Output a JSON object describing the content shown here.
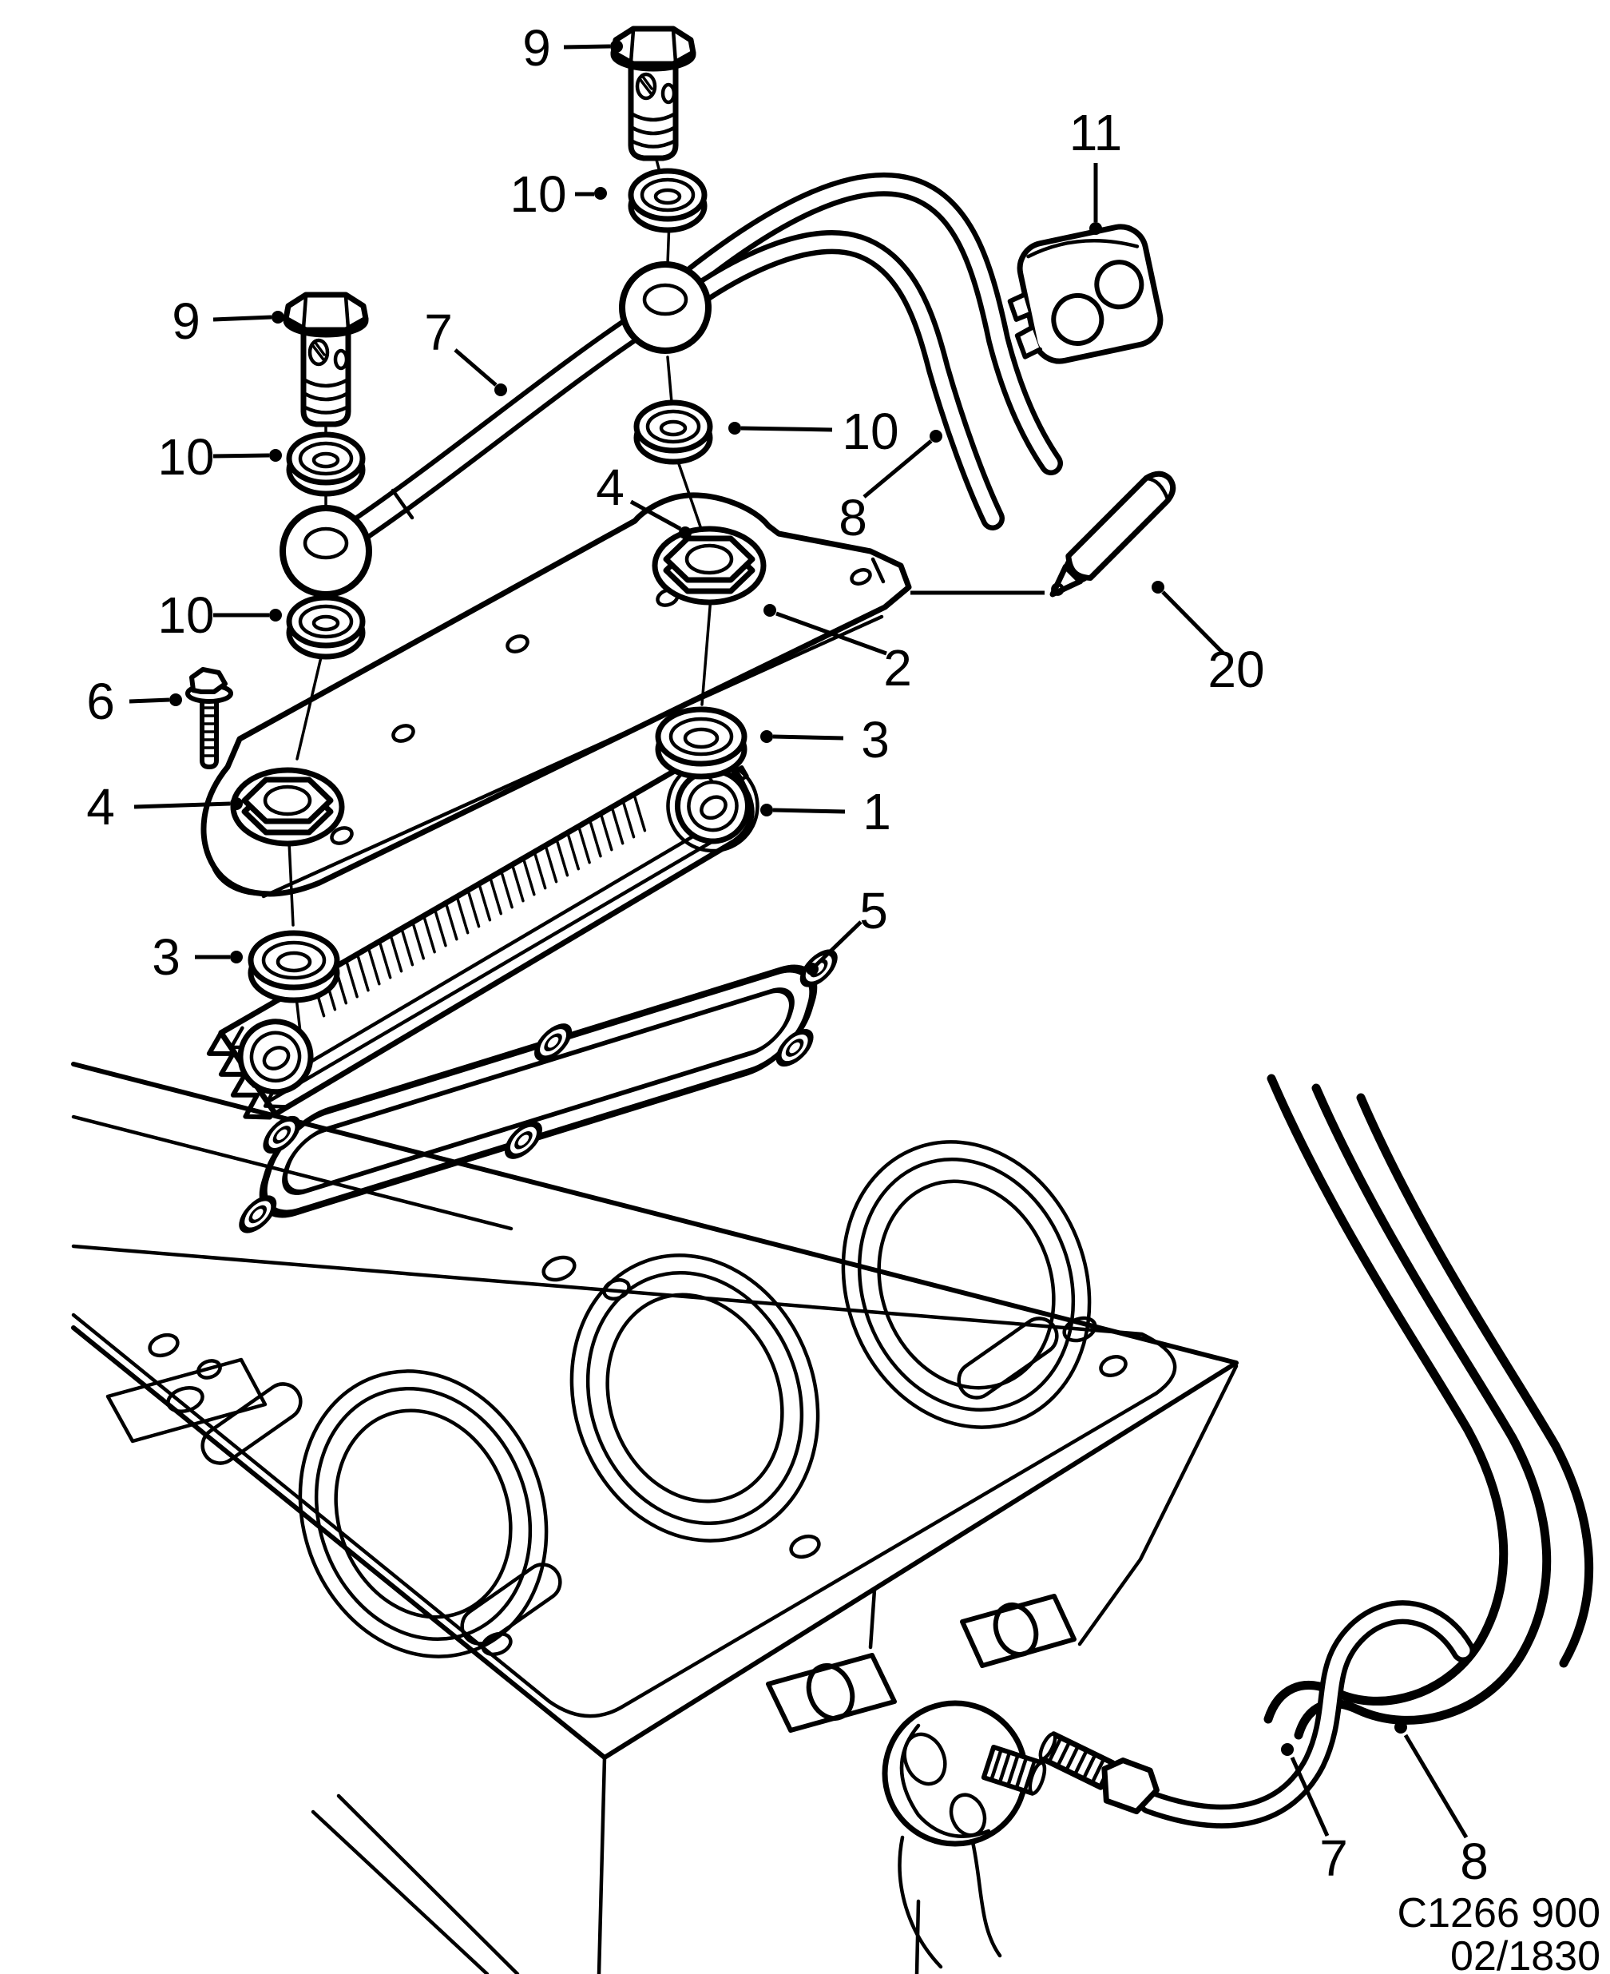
{
  "figure": {
    "kind": "exploded-parts-diagram",
    "footer": {
      "code": "C1266 900",
      "revision": "02/1830"
    },
    "callouts": [
      {
        "id": "banjo-bolt-top",
        "label": "9"
      },
      {
        "id": "washer-top",
        "label": "10"
      },
      {
        "id": "pipe-clamp",
        "label": "11"
      },
      {
        "id": "banjo-bolt-left",
        "label": "9"
      },
      {
        "id": "oil-pipe-upper",
        "label": "7"
      },
      {
        "id": "washer-left-upper",
        "label": "10"
      },
      {
        "id": "washer-left-lower",
        "label": "10"
      },
      {
        "id": "nut-upper",
        "label": "4"
      },
      {
        "id": "washer-right",
        "label": "10"
      },
      {
        "id": "hose-upper",
        "label": "8"
      },
      {
        "id": "cover-plate",
        "label": "2"
      },
      {
        "id": "sealant-stick",
        "label": "20"
      },
      {
        "id": "flange-bolt",
        "label": "6"
      },
      {
        "id": "seal-right",
        "label": "3"
      },
      {
        "id": "nut-left",
        "label": "4"
      },
      {
        "id": "oil-cooler",
        "label": "1"
      },
      {
        "id": "gasket",
        "label": "5"
      },
      {
        "id": "seal-left",
        "label": "3"
      },
      {
        "id": "oil-pipe-lower",
        "label": "7"
      },
      {
        "id": "hose-lower",
        "label": "8"
      }
    ]
  }
}
